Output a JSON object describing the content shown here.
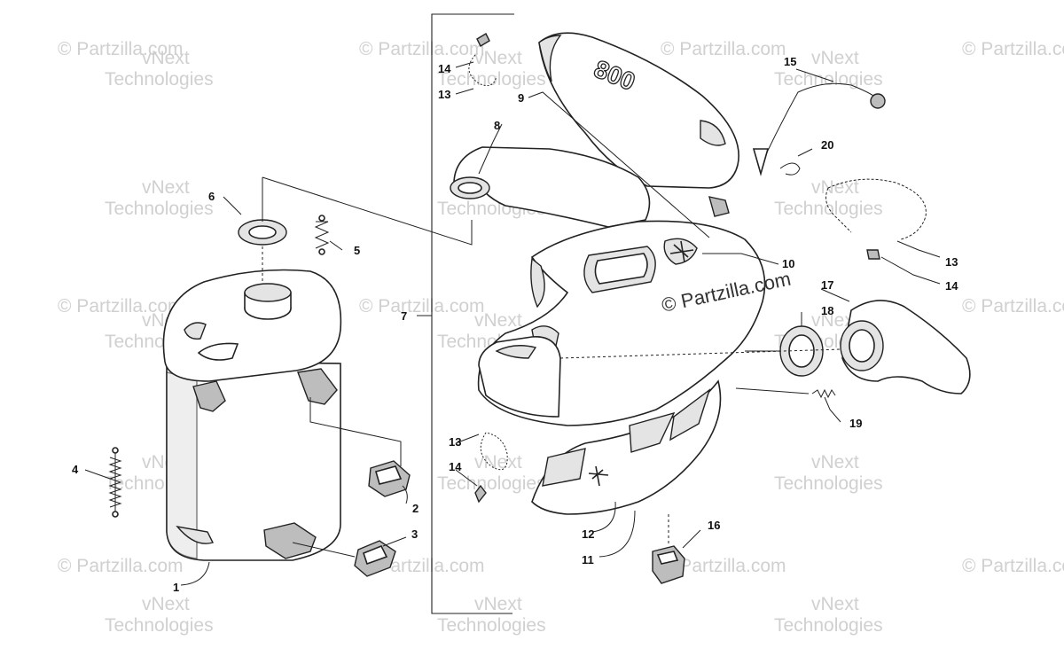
{
  "callouts": [
    "1",
    "2",
    "3",
    "4",
    "5",
    "6",
    "7",
    "8",
    "9",
    "10",
    "11",
    "12",
    "13",
    "13",
    "13",
    "14",
    "14",
    "14",
    "15",
    "16",
    "17",
    "18",
    "19",
    "20"
  ],
  "watermarks": {
    "partzilla": "© Partzilla.com",
    "vnext_line1": "vNext",
    "vnext_line2": "Technologies"
  },
  "center_watermark": "© Partzilla.com",
  "part_marking": "800"
}
